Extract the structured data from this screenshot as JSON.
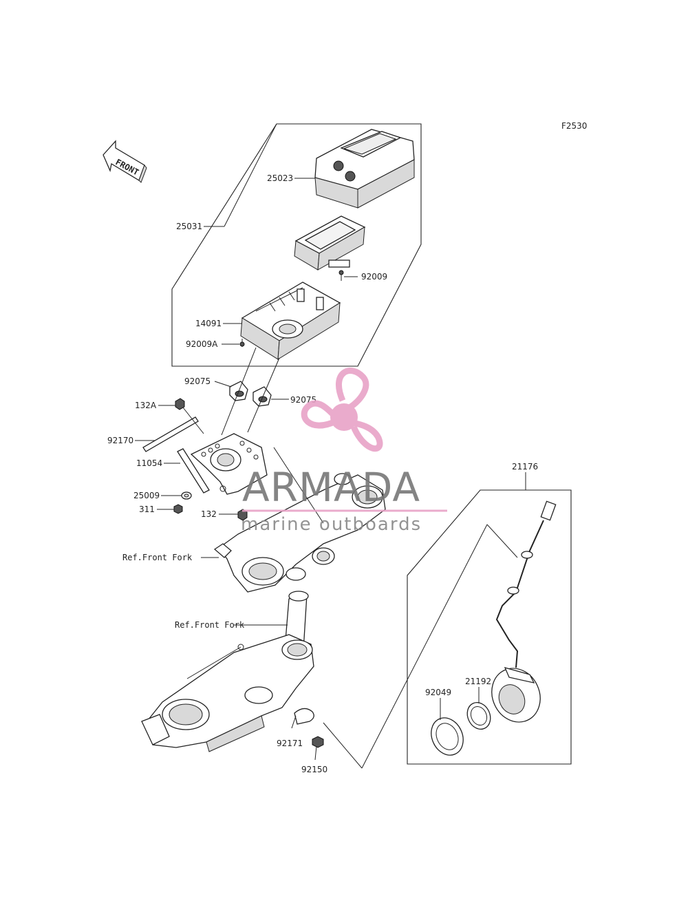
{
  "figure_code": "F2530",
  "front_arrow_label": "FRONT",
  "labels": {
    "p25023": "25023",
    "p25031": "25031",
    "p92009": "92009",
    "p14091": "14091",
    "p92009A": "92009A",
    "p92075a": "92075",
    "p92075b": "92075",
    "p132A": "132A",
    "p92170": "92170",
    "p11054": "11054",
    "p25009": "25009",
    "p311": "311",
    "p132": "132",
    "refFork1": "Ref.Front Fork",
    "refFork2": "Ref.Front Fork",
    "p21176": "21176",
    "p21192": "21192",
    "p92049": "92049",
    "p92171": "92171",
    "p92150": "92150"
  },
  "watermark": {
    "brand": "ARMADA",
    "tagline": "marine outboards",
    "color": "#e8a3c7"
  }
}
